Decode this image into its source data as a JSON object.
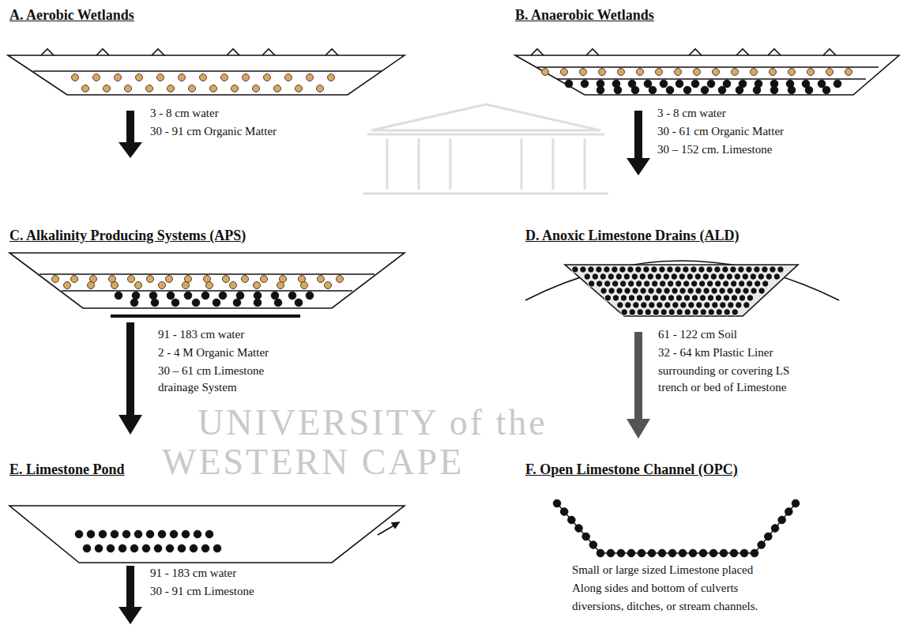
{
  "diagram": {
    "labels": [
      "A. Aerobic Wetlands",
      "3 - 8 cm water",
      "30 - 91 cm Organic Matter",
      "B. Anaerobic Wetlands",
      "3 - 8 cm water",
      "30 - 61 cm Organic Matter",
      "30 – 152 cm. Limestone",
      "C. Alkalinity Producing Systems (APS)",
      "91 - 183 cm water",
      "2 - 4 M Organic Matter",
      "30 – 61 cm Limestone",
      "drainage System",
      "D. Anoxic Limestone Drains (ALD)",
      "61 - 122 cm Soil",
      "32 - 64 km Plastic Liner",
      "surrounding or covering LS",
      "trench or bed of Limestone",
      "E. Limestone Pond",
      "91 - 183 cm water",
      "30 - 91 cm Limestone",
      "F. Open Limestone Channel (OPC)",
      "Small or large sized Limestone placed",
      "Along sides and bottom of culverts",
      "diversions, ditches, or stream channels.",
      "UNIVERSITY of the",
      "WESTERN CAPE"
    ]
  }
}
